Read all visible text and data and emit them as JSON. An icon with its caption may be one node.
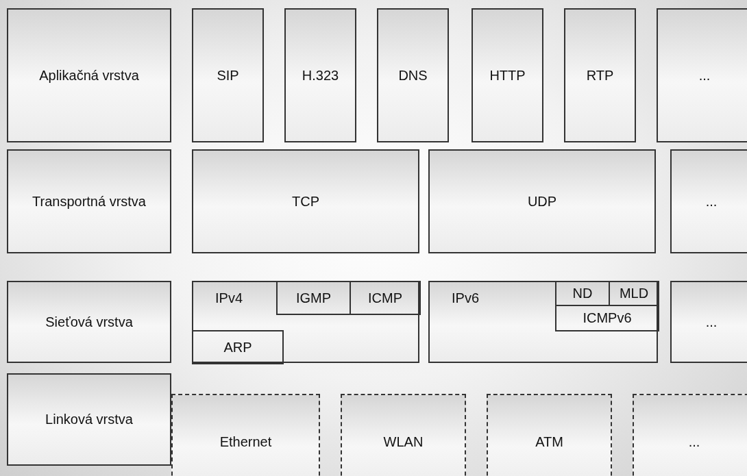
{
  "diagram": {
    "nodes": [
      {
        "text": [
          "Aplikačná vrstva"
        ]
      },
      {
        "text": [
          "SIP"
        ]
      },
      {
        "text": [
          "H.323"
        ]
      },
      {
        "text": [
          "DNS"
        ]
      },
      {
        "text": [
          "HTTP"
        ]
      },
      {
        "text": [
          "RTP"
        ]
      },
      {
        "text": [
          "..."
        ]
      },
      {
        "text": [
          "Transportná vrstva"
        ]
      },
      {
        "text": [
          "TCP"
        ]
      },
      {
        "text": [
          "UDP"
        ]
      },
      {
        "text": [
          "..."
        ]
      },
      {
        "text": [
          "Sieťová vrstva"
        ]
      },
      {
        "text": [
          "IPv4"
        ]
      },
      {
        "text": [
          "IGMP"
        ],
        "in": 12
      },
      {
        "text": [
          "ICMP"
        ],
        "in": 12
      },
      {
        "text": [
          "ARP"
        ],
        "in": 12
      },
      {
        "text": [
          "IPv6"
        ]
      },
      {
        "text": [
          "ND"
        ],
        "in": 16
      },
      {
        "text": [
          "MLD"
        ],
        "in": 16
      },
      {
        "text": [
          "ICMPv6"
        ],
        "in": 16
      },
      {
        "text": [
          "..."
        ]
      },
      {
        "text": [
          "Linková vrstva"
        ]
      },
      {
        "text": [
          "Ethernet"
        ]
      },
      {
        "text": [
          "WLAN"
        ]
      },
      {
        "text": [
          "ATM"
        ]
      },
      {
        "text": [
          "..."
        ]
      }
    ]
  }
}
